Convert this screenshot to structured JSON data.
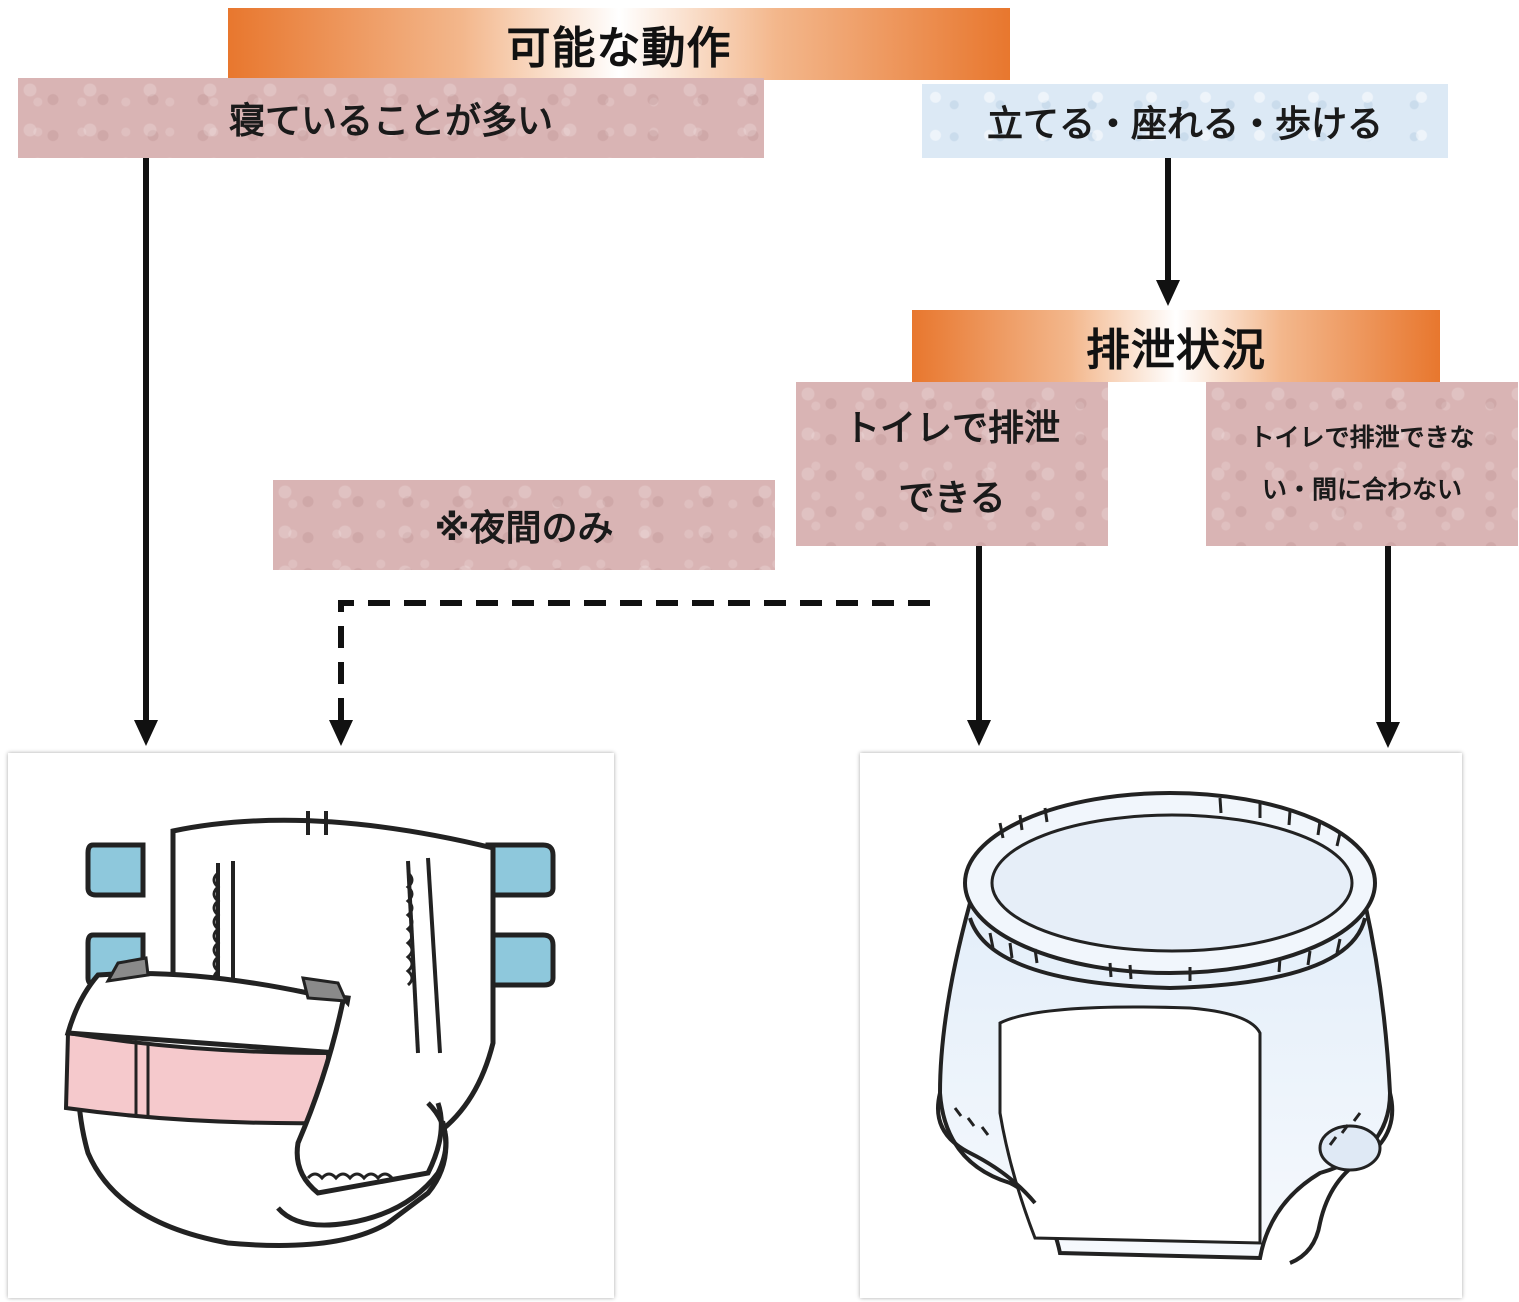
{
  "headers": {
    "possible_actions": "可能な動作",
    "excretion_status": "排泄状況"
  },
  "actions": {
    "lying": "寝ていることが多い",
    "standing": "立てる・座れる・歩ける"
  },
  "excretion": {
    "toilet_ok": [
      "トイレで排泄",
      "できる"
    ],
    "toilet_ng": [
      "トイレで排泄できな",
      "い・間に合わない"
    ]
  },
  "note": {
    "night_only": "※夜間のみ"
  },
  "illustrations": {
    "left": "tape-diaper-illustration",
    "right": "pull-up-pants-illustration"
  },
  "colors": {
    "header_orange": "#e8772e",
    "box_pink": "#d9b4b4",
    "box_blue": "#dce9f5",
    "diaper_tab_blue": "#8ec8dc",
    "diaper_band_pink": "#f5c9cc",
    "pants_tint": "#e3eef9"
  }
}
